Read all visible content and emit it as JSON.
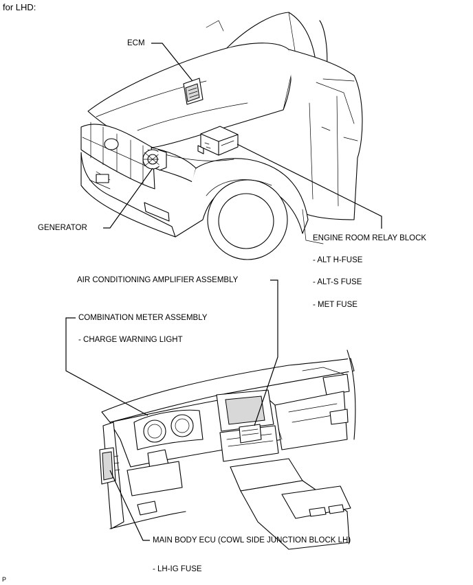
{
  "header": "for LHD:",
  "labels": {
    "ecm": "ECM",
    "generator": "GENERATOR",
    "engine_room_relay_block": "ENGINE ROOM RELAY BLOCK",
    "alt_h_fuse": "- ALT H-FUSE",
    "alt_s_fuse": "- ALT-S FUSE",
    "met_fuse": "- MET FUSE",
    "air_conditioning_amplifier": "AIR CONDITIONING AMPLIFIER ASSEMBLY",
    "combination_meter": "COMBINATION METER ASSEMBLY",
    "charge_warning_light": "- CHARGE WARNING LIGHT",
    "main_body_ecu": "MAIN BODY ECU (COWL SIDE JUNCTION BLOCK LH)",
    "lh_ig_fuse": "- LH-IG FUSE"
  },
  "footer_mark": "P"
}
